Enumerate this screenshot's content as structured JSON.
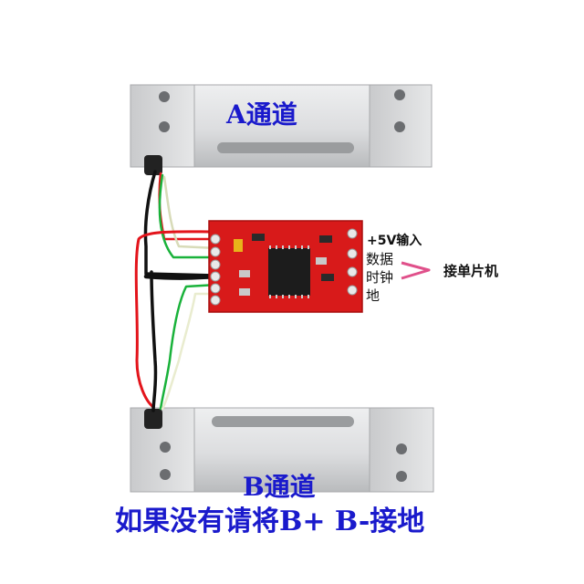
{
  "labels": {
    "channel_a": "A通道",
    "channel_b": "B通道",
    "note": "如果没有请将B+ B-接地",
    "power": "+5V输入",
    "data": "数据",
    "clock": "时钟",
    "ground": "地",
    "mcu": "接单片机"
  },
  "colors": {
    "wire_red": "#e3141b",
    "wire_black": "#111111",
    "wire_green": "#19b23a",
    "wire_white": "#e9eccf",
    "pcb": "#d81a1a",
    "label_blue": "#1a1acc",
    "arrow_pink": "#e0508a",
    "aluminum": "#d9dadb"
  },
  "icons": {
    "sensor": "load-cell-sensor",
    "board": "hx711-amplifier-board",
    "chip": "ic-chip",
    "arrow": "arrow-right-icon"
  }
}
